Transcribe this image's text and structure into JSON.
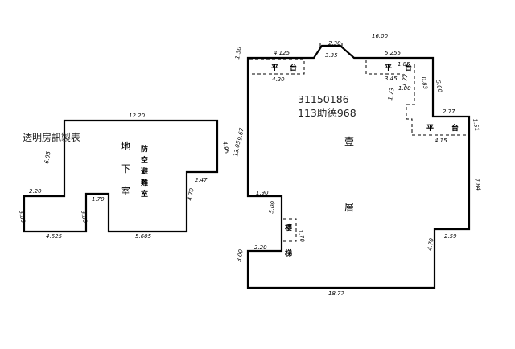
{
  "overlay": {
    "title": "透明房訊製表",
    "case_id": "31150186",
    "case_name": "113助德968"
  },
  "basement": {
    "room_chars": [
      "地",
      "下",
      "室"
    ],
    "use_chars": [
      "防",
      "空",
      "避",
      "難",
      "室"
    ],
    "dims": {
      "top": "12.20",
      "left_upper": "6.05",
      "right_upper": "4.95",
      "step_top": "2.20",
      "step_right": "2.47",
      "right_lower": "4.70",
      "notch_top": "1.70",
      "notch_left": "3.00",
      "bottom_left": "4.625",
      "bottom_right": "5.605",
      "left_lower": "3.00"
    }
  },
  "first_floor": {
    "floor_chars": [
      "壹",
      "層"
    ],
    "balconies": [
      {
        "label_chars": [
          "平",
          "台"
        ]
      },
      {
        "label_chars": [
          "平",
          "台"
        ]
      },
      {
        "label_chars": [
          "平",
          "台"
        ]
      }
    ],
    "dims": {
      "top_total": "16.00",
      "bump_top": "2.30",
      "bump_bottom": "3.35",
      "top_left": "4.125",
      "top_right": "5.255",
      "balcony1_depth": "4.20",
      "balcony2_depth": "3.45",
      "balcony2_w": "1.85",
      "balcony3_depth": "4.15",
      "left_top": "1.30",
      "left_main": "9.67",
      "left_total": "13.05",
      "right_a": "5.00",
      "right_b": "1.73",
      "right_c": "1.00",
      "step_right": "2.77",
      "right_d": "1.51",
      "right_main": "7.84",
      "step_lower": "2.59",
      "right_lower": "4.70",
      "bottom": "18.77",
      "step_left": "1.90",
      "step_bottom": "2.20",
      "left_bottom": "3.00",
      "stair_w": "5.00",
      "stair_d": "1.70",
      "small_a": "1.77",
      "small_b": "0.83"
    },
    "stair_label_chars": [
      "樓",
      "梯"
    ]
  }
}
